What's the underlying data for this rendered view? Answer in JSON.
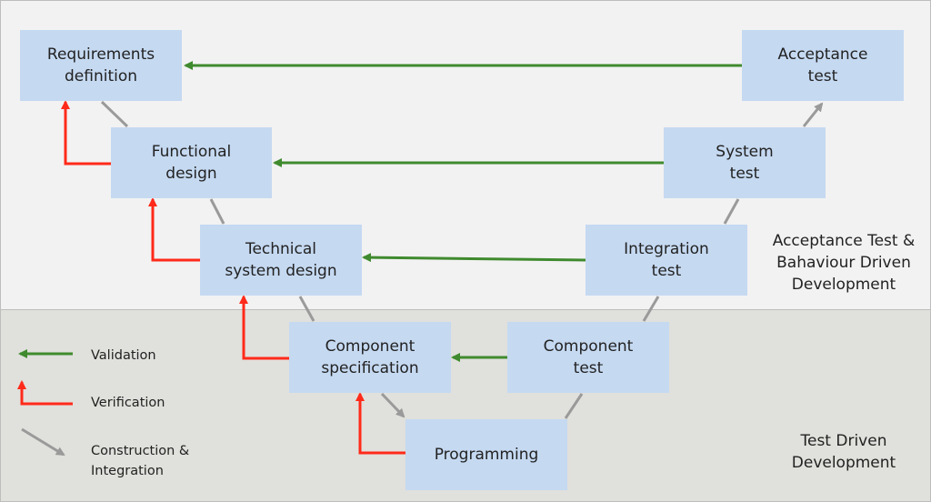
{
  "colors": {
    "upper_band": "#f2f2f2",
    "lower_band": "#e0e0dc",
    "box": "#c5d9f1",
    "validation": "#3f8a2e",
    "verification": "#ff2a1a",
    "construction": "#9a9a9a"
  },
  "boxes": {
    "requirements": "Requirements\ndefinition",
    "functional": "Functional\ndesign",
    "technical": "Technical\nsystem design",
    "component_spec": "Component\nspecification",
    "programming": "Programming",
    "component_test": "Component\ntest",
    "integration_test": "Integration\ntest",
    "system_test": "System\ntest",
    "acceptance_test": "Acceptance\ntest"
  },
  "bands": {
    "upper": "Acceptance Test &\nBahaviour Driven\nDevelopment",
    "lower": "Test Driven\nDevelopment"
  },
  "legend": {
    "validation": "Validation",
    "verification": "Verification",
    "construction": "Construction &\nIntegration"
  }
}
